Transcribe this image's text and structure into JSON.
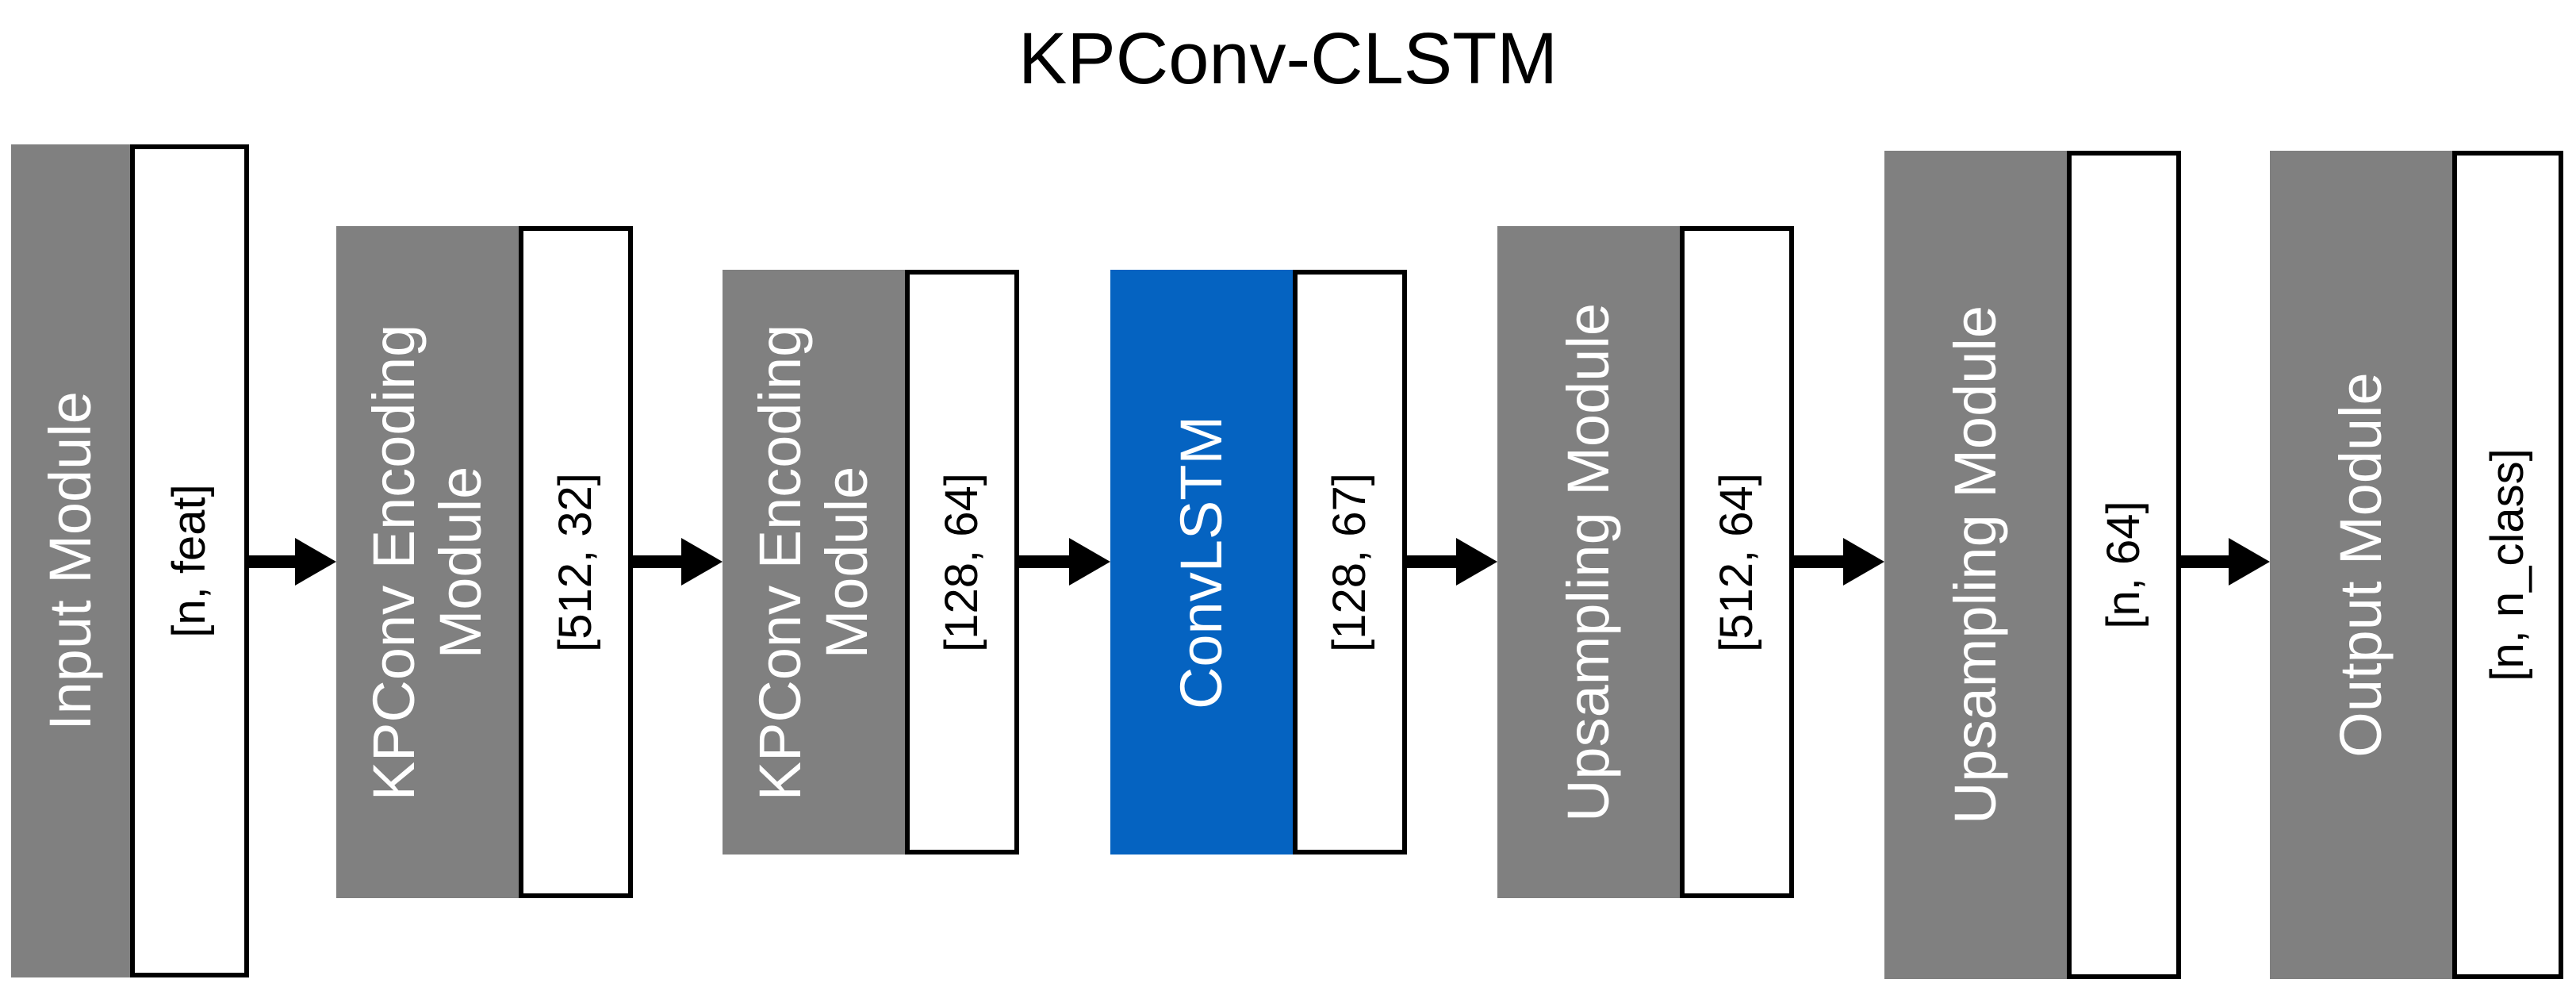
{
  "title": "KPConv-CLSTM",
  "colors": {
    "module_fill": "#808080",
    "convlstm_fill": "#0563C1",
    "shape_fill": "#FFFFFF",
    "shape_border": "#000000",
    "arrow": "#000000",
    "label_text": "#FFFFFF"
  },
  "modules": [
    {
      "label": "Input Module",
      "shape": "[n, feat]",
      "type": "module"
    },
    {
      "label": "KPConv Encoding\nModule",
      "shape": "[512, 32]",
      "type": "module"
    },
    {
      "label": "KPConv Encoding\nModule",
      "shape": "[128, 64]",
      "type": "module"
    },
    {
      "label": "ConvLSTM",
      "shape": "[128, 67]",
      "type": "convlstm"
    },
    {
      "label": "Upsampling Module",
      "shape": "[512, 64]",
      "type": "module"
    },
    {
      "label": "Upsampling Module",
      "shape": "[n, 64]",
      "type": "module"
    },
    {
      "label": "Output Module",
      "shape": "[n, n_class]",
      "type": "module"
    }
  ]
}
